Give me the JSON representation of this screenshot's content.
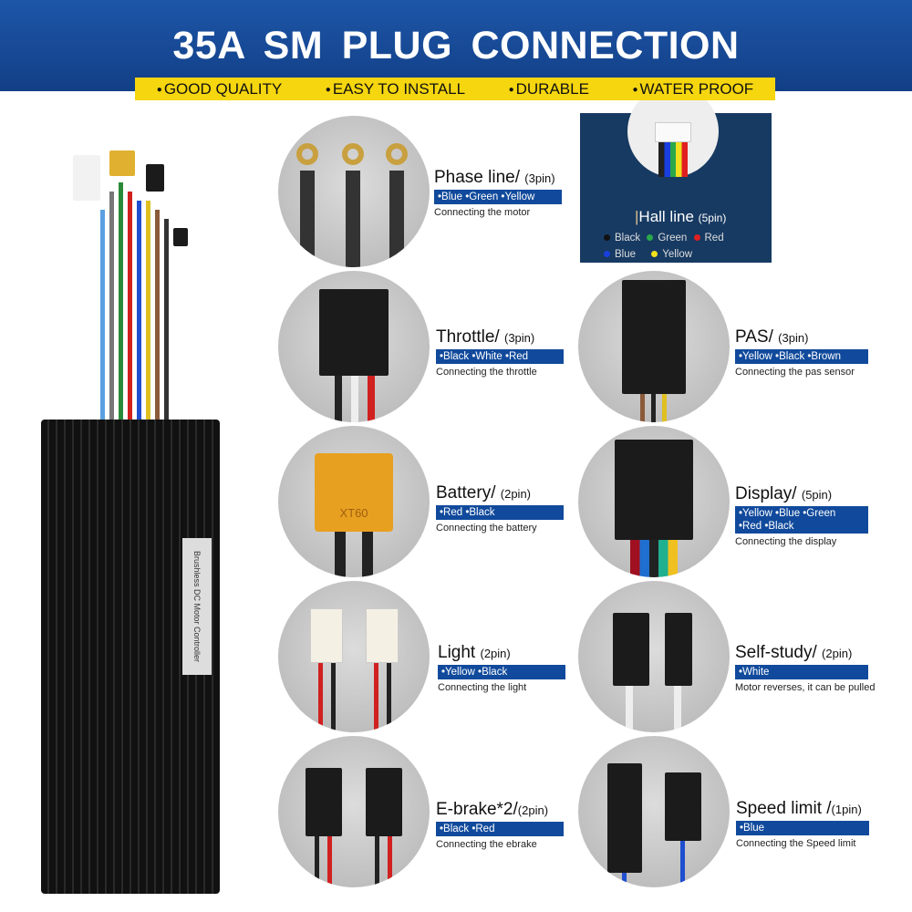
{
  "header": {
    "title": "35A  SM  PLUG CONNECTION",
    "features": [
      "GOOD QUALITY",
      "EASY TO INSTALL",
      "DURABLE",
      "WATER PROOF"
    ]
  },
  "hall": {
    "title": "Hall line",
    "pins": "(5pin)",
    "colors": [
      {
        "name": "Black",
        "hex": "#111111"
      },
      {
        "name": "Green",
        "hex": "#2aa84a"
      },
      {
        "name": "Red",
        "hex": "#e02020"
      },
      {
        "name": "Blue",
        "hex": "#1a3fe0"
      },
      {
        "name": "Yellow",
        "hex": "#f0e020"
      }
    ]
  },
  "controller": {
    "plate_text": "Brushless DC Motor Controller"
  },
  "connectors": [
    {
      "id": "phase",
      "title": "Phase line/",
      "pins": "(3pin)",
      "colors": "•Blue •Green •Yellow",
      "desc": "Connecting the motor"
    },
    {
      "id": "throttle",
      "title": "Throttle/",
      "pins": "(3pin)",
      "colors": "•Black  •White  •Red",
      "desc": "Connecting the throttle"
    },
    {
      "id": "pas",
      "title": "PAS/",
      "pins": "(3pin)",
      "colors": "•Yellow •Black •Brown",
      "desc": "Connecting the pas sensor"
    },
    {
      "id": "battery",
      "title": "Battery/",
      "pins": "(2pin)",
      "colors": "•Red   •Black",
      "desc": "Connecting the battery",
      "plug_text": "XT60"
    },
    {
      "id": "display",
      "title": "Display/",
      "pins": "(5pin)",
      "colors": "•Yellow •Blue •Green",
      "colors2": "•Red  •Black",
      "desc": "Connecting the display"
    },
    {
      "id": "light",
      "title": "Light",
      "pins": "(2pin)",
      "colors": "•Yellow  •Black",
      "desc": "Connecting the light"
    },
    {
      "id": "selfstudy",
      "title": "Self-study/",
      "pins": "(2pin)",
      "colors": "•White",
      "desc": "Motor reverses, it can be pulled"
    },
    {
      "id": "ebrake",
      "title": "E-brake*2/",
      "pins": "(2pin)",
      "colors": "•Black   •Red",
      "desc": "Connecting the ebrake"
    },
    {
      "id": "speed",
      "title": "Speed limit /",
      "pins": "(1pin)",
      "colors": "•Blue",
      "desc": "Connecting the Speed limit"
    }
  ]
}
